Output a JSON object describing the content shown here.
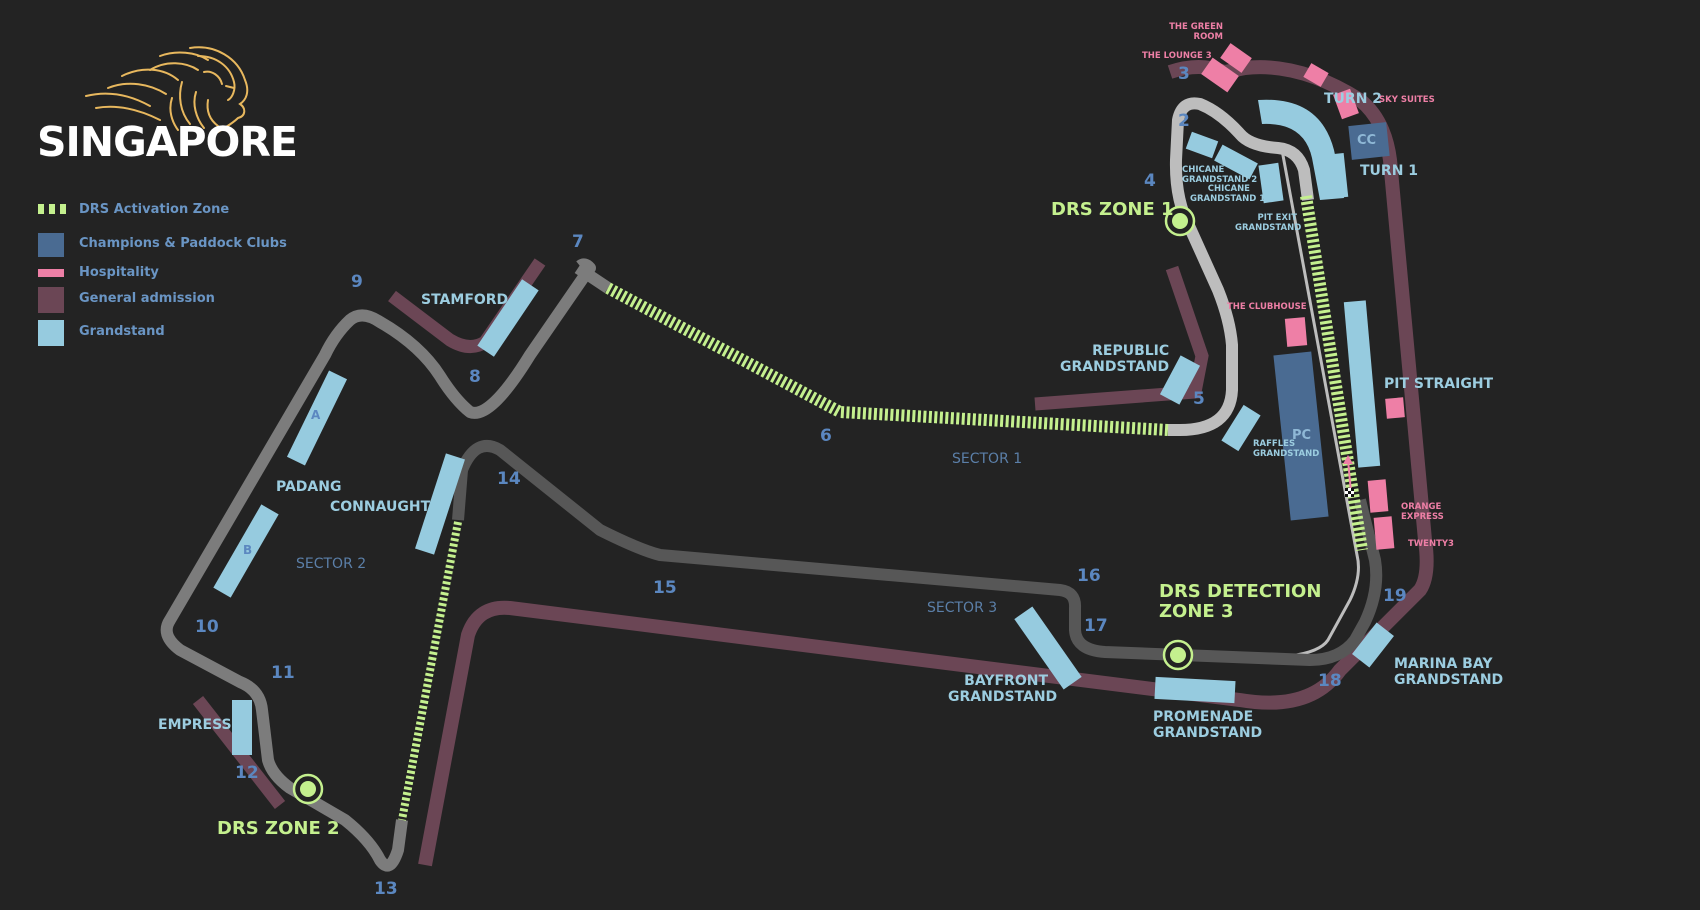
{
  "title": "SINGAPORE",
  "logo_icon": "lion-head-icon",
  "colors": {
    "background": "#232323",
    "drs": "#c4f08e",
    "champions_paddock": "#4a6b92",
    "hospitality": "#ee7fa6",
    "general_admission": "#6b4655",
    "grandstand": "#96cbdf",
    "track_sector1": "#bdbdbd",
    "track_sector2": "#7c7c7c",
    "track_sector3": "#575757",
    "turn_number": "#5b87c0",
    "logo_gold": "#e8b85e"
  },
  "legend": [
    {
      "key": "drs",
      "label": "DRS Activation Zone"
    },
    {
      "key": "champions_paddock",
      "label": "Champions & Paddock Clubs"
    },
    {
      "key": "hospitality",
      "label": "Hospitality"
    },
    {
      "key": "general_admission",
      "label": "General admission"
    },
    {
      "key": "grandstand",
      "label": "Grandstand"
    }
  ],
  "turns": [
    "1",
    "2",
    "3",
    "4",
    "5",
    "6",
    "7",
    "8",
    "9",
    "10",
    "11",
    "12",
    "13",
    "14",
    "15",
    "16",
    "17",
    "18",
    "19"
  ],
  "turn_labels": {
    "t2": "TURN 2",
    "t1": "TURN 1"
  },
  "sectors": [
    "SECTOR 1",
    "SECTOR 2",
    "SECTOR 3"
  ],
  "drs": {
    "zone1": "DRS ZONE 1",
    "zone2": "DRS ZONE 2",
    "detection3_line1": "DRS DETECTION",
    "detection3_line2": "ZONE 3"
  },
  "grandstands": {
    "stamford": "STAMFORD",
    "padang": "PADANG",
    "connaught": "CONNAUGHT",
    "padang_a": "A",
    "padang_b": "B",
    "empress": "EMPRESS",
    "republic_1": "REPUBLIC",
    "republic_2": "GRANDSTAND",
    "raffles_1": "RAFFLES",
    "raffles_2": "GRANDSTAND",
    "pit_straight": "PIT STRAIGHT",
    "pit_exit_1": "PIT EXIT",
    "pit_exit_2": "GRANDSTAND",
    "chicane2_1": "CHICANE",
    "chicane2_2": "GRANDSTAND 2",
    "chicane1_1": "CHICANE",
    "chicane1_2": "GRANDSTAND 1",
    "bayfront_1": "BAYFRONT",
    "bayfront_2": "GRANDSTAND",
    "promenade_1": "PROMENADE",
    "promenade_2": "GRANDSTAND",
    "marina_1": "MARINA BAY",
    "marina_2": "GRANDSTAND"
  },
  "hospitality": {
    "green_room_1": "THE GREEN",
    "green_room_2": "ROOM",
    "lounge3": "THE LOUNGE 3",
    "sky_suites": "SKY SUITES",
    "clubhouse": "THE CLUBHOUSE",
    "orange_1": "ORANGE",
    "orange_2": "EXPRESS",
    "twenty3": "TWENTY3"
  },
  "clubs": {
    "cc": "CC",
    "pc": "PC"
  }
}
